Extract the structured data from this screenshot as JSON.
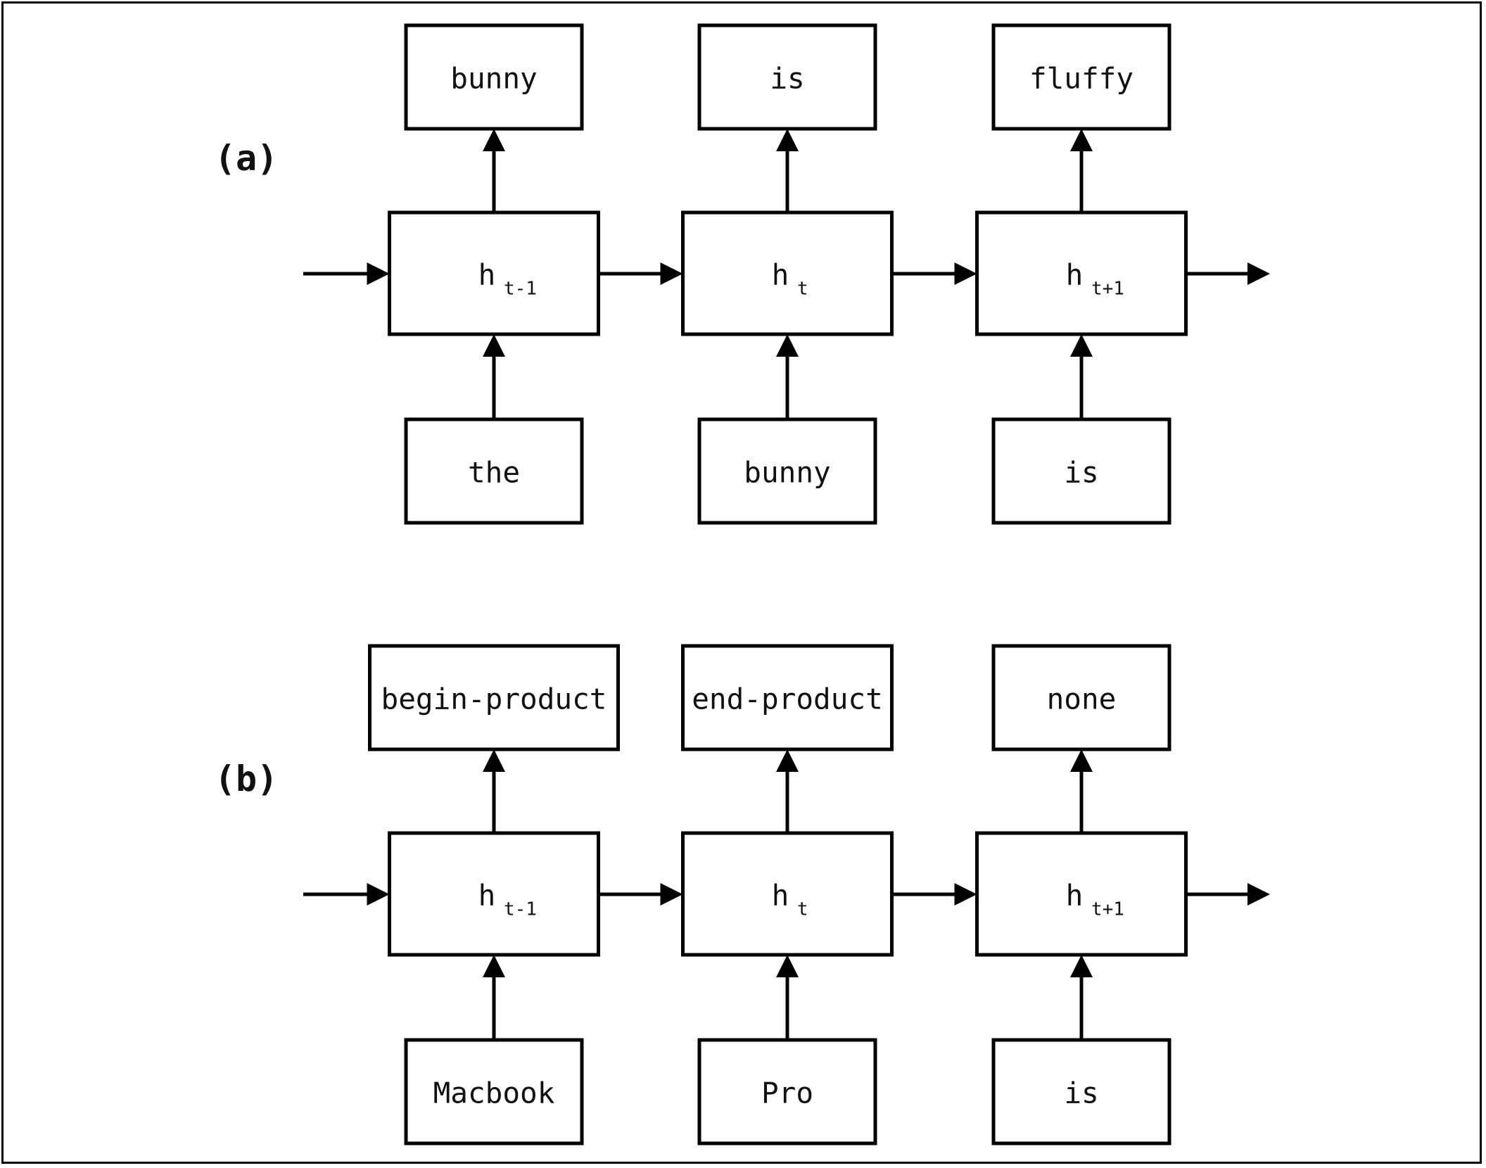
{
  "colors": {
    "stroke": "#000000",
    "background": "#ffffff",
    "text": "#111111"
  },
  "panels": [
    {
      "label": "(a)",
      "hidden_states": [
        {
          "main": "h",
          "sub": "t-1"
        },
        {
          "main": "h",
          "sub": "t"
        },
        {
          "main": "h",
          "sub": "t+1"
        }
      ],
      "inputs": [
        "the",
        "bunny",
        "is"
      ],
      "outputs": [
        "bunny",
        "is",
        "fluffy"
      ]
    },
    {
      "label": "(b)",
      "hidden_states": [
        {
          "main": "h",
          "sub": "t-1"
        },
        {
          "main": "h",
          "sub": "t"
        },
        {
          "main": "h",
          "sub": "t+1"
        }
      ],
      "inputs": [
        "Macbook",
        "Pro",
        "is"
      ],
      "outputs": [
        "begin-product",
        "end-product",
        "none"
      ]
    }
  ]
}
